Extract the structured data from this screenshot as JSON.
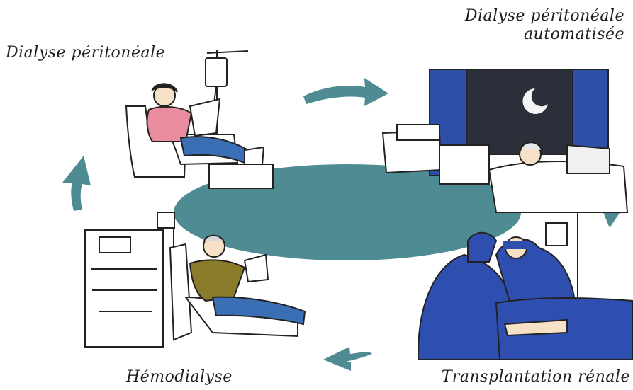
{
  "labels": {
    "peritoneal": "Dialyse péritonéale",
    "automated_line1": "Dialyse péritonéale",
    "automated_line2": "automatisée",
    "hemodialysis": "Hémodialyse",
    "transplant": "Transplantation rénale"
  },
  "colors": {
    "center_ellipse": "#4f8b92",
    "arrows": "#4f8b92",
    "skin": "#f6e1c6",
    "pink_shirt": "#e98ca0",
    "olive_shirt": "#8a7b2a",
    "blue_pants": "#3a6fb5",
    "surgical_blue": "#2f4fb0",
    "night_window": "#2b2f3a",
    "curtain_blue": "#2d4fa7"
  }
}
